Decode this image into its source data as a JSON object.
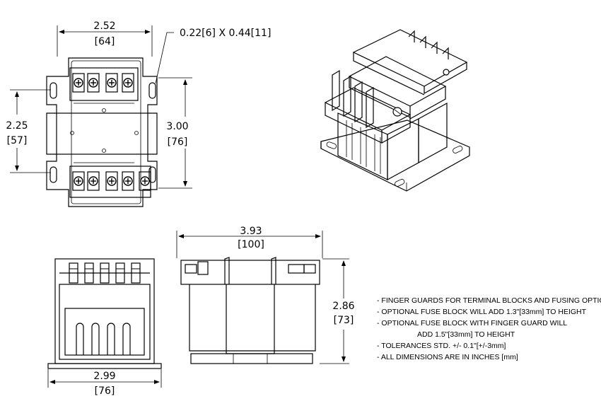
{
  "dimensions": {
    "top_width_in": "2.52",
    "top_width_mm": "[64]",
    "slot": "0.22[6] X 0.44[11]",
    "mount_height_in": "2.25",
    "mount_height_mm": "[57]",
    "overall_height_in": "3.00",
    "overall_height_mm": "[76]",
    "side_width_in": "3.93",
    "side_width_mm": "[100]",
    "side_height_in": "2.86",
    "side_height_mm": "[73]",
    "front_width_in": "2.99",
    "front_width_mm": "[76]"
  },
  "notes": [
    "- FINGER GUARDS FOR TERMINAL BLOCKS AND FUSING OPTIONAL",
    "- OPTIONAL FUSE BLOCK WILL ADD 1.3\"[33mm] TO HEIGHT",
    "- OPTIONAL FUSE BLOCK WITH FINGER GUARD WILL",
    "ADD 1.5\"[33mm] TO HEIGHT",
    "- TOLERANCES STD. +/- 0.1\"[+/-3mm]",
    "- ALL DIMENSIONS ARE IN INCHES [mm]"
  ]
}
